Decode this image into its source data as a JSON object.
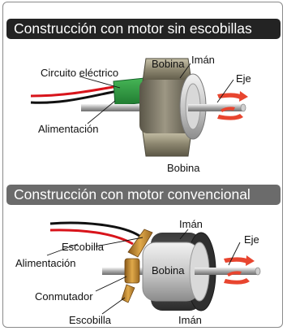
{
  "sections": [
    {
      "title": "Construcción con motor sin escobillas",
      "labels": {
        "bobina_top": "Bobina",
        "iman": "Imán",
        "circuito": "Circuito eléctrico",
        "eje": "Eje",
        "alimentacion": "Alimentación",
        "bobina_bottom": "Bobina"
      }
    },
    {
      "title": "Construcción con motor convencional",
      "labels": {
        "iman_top": "Imán",
        "eje": "Eje",
        "escobilla_top": "Escobilla",
        "alimentacion": "Alimentación",
        "bobina": "Bobina",
        "conmutador": "Conmutador",
        "escobilla_bottom": "Escobilla",
        "iman_bottom": "Imán"
      }
    }
  ],
  "colors": {
    "banner_dark": "#232323",
    "banner_gray": "#6b6b6b",
    "wire_red": "#d8141b",
    "wire_black": "#111111",
    "circuit_green": "#2e9b3f",
    "rotation_arrow": "#e8452f",
    "brush_copper": "#c98b2c"
  }
}
